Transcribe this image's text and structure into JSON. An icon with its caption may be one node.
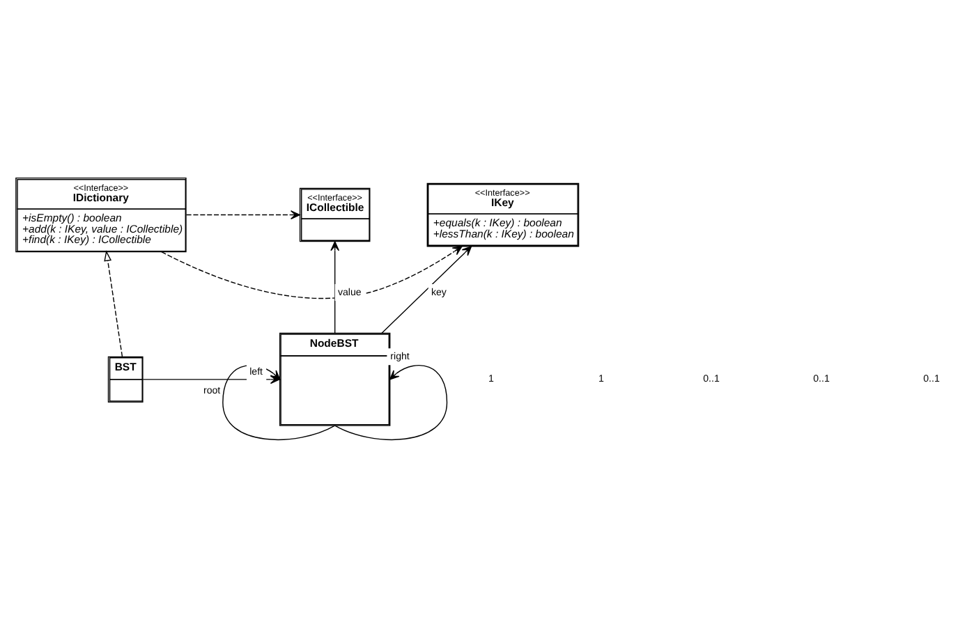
{
  "diagram": {
    "nodes": [
      {
        "text": [
          "<<Interface>>",
          "IDictionary",
          "+isEmpty() : boolean",
          "+add(k : IKey, value : ICollectible)",
          "+find(k : IKey) : ICollectible"
        ]
      },
      {
        "text": [
          "<<Interface>>",
          "IKey",
          "+equals(k : IKey) : boolean",
          "+lessThan(k : IKey) : boolean"
        ]
      },
      {
        "text": [
          "<<Interface>>",
          "ICollectible"
        ]
      },
      {
        "text": [
          "BST"
        ]
      },
      {
        "text": [
          "NodeBST"
        ]
      }
    ],
    "edges": [
      {
        "from": 0,
        "to": 1,
        "arrow": "to",
        "style": "dashed"
      },
      {
        "from": 0,
        "to": 2,
        "arrow": "to",
        "style": "dashed"
      },
      {
        "from": 3,
        "to": 0,
        "arrow": "to",
        "style": "dashed"
      },
      {
        "from": 4,
        "to": 1,
        "arrow": "to",
        "label": "key"
      },
      {
        "from": 4,
        "to": 2,
        "arrow": "to",
        "label": "value"
      },
      {
        "from": 3,
        "to": 4,
        "arrow": "to",
        "label": "root"
      },
      {
        "from": 4,
        "to": 4,
        "arrow": "to",
        "label": "left"
      },
      {
        "from": 4,
        "to": 4,
        "arrow": "to",
        "label": "right"
      }
    ],
    "labels": [
      "1",
      "1",
      "0..1",
      "0..1",
      "0..1"
    ]
  }
}
